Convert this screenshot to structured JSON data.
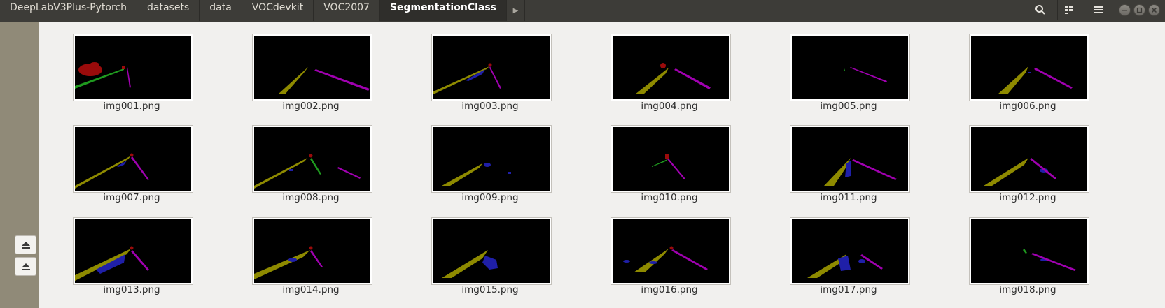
{
  "breadcrumbs": [
    "DeepLabV3Plus-Pytorch",
    "datasets",
    "data",
    "VOCdevkit",
    "VOC2007",
    "SegmentationClass"
  ],
  "header_icons": [
    "search-icon",
    "view-options-icon",
    "menu-icon"
  ],
  "window_controls": [
    "minimize-icon",
    "maximize-icon",
    "close-icon"
  ],
  "sidebar_icons": [
    "eject-icon",
    "eject-icon"
  ],
  "colors": {
    "road_yellow": "#8e8a00",
    "lane_magenta": "#a000b0",
    "vehicle_blue": "#1f1fa8",
    "pole_green": "#1f9a1f",
    "sign_red": "#9a0b0b"
  },
  "files": [
    {
      "name": "img001.png"
    },
    {
      "name": "img002.png"
    },
    {
      "name": "img003.png"
    },
    {
      "name": "img004.png"
    },
    {
      "name": "img005.png"
    },
    {
      "name": "img006.png"
    },
    {
      "name": "img007.png"
    },
    {
      "name": "img008.png"
    },
    {
      "name": "img009.png"
    },
    {
      "name": "img010.png"
    },
    {
      "name": "img011.png"
    },
    {
      "name": "img012.png"
    },
    {
      "name": "img013.png"
    },
    {
      "name": "img014.png"
    },
    {
      "name": "img015.png"
    },
    {
      "name": "img016.png"
    },
    {
      "name": "img017.png"
    },
    {
      "name": "img018.png"
    }
  ]
}
